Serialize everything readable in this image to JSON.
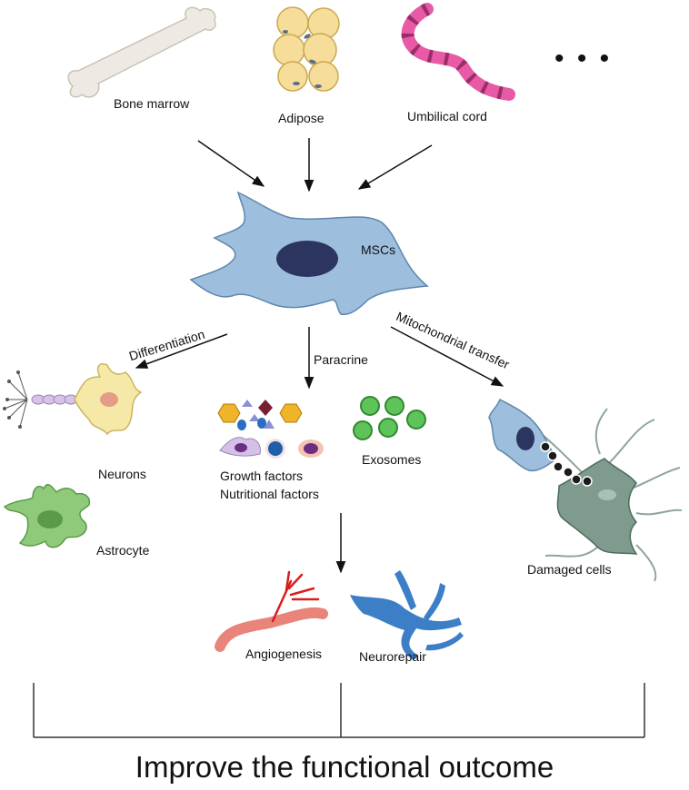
{
  "sources": {
    "bone_marrow": "Bone marrow",
    "adipose": "Adipose",
    "umbilical_cord": "Umbilical cord",
    "more": "• • •"
  },
  "center": {
    "label": "MSCs"
  },
  "pathways": {
    "differentiation": "Differentiation",
    "paracrine": "Paracrine",
    "mitochondrial_transfer": "Mitochondrial transfer"
  },
  "outputs": {
    "neurons": "Neurons",
    "astrocyte": "Astrocyte",
    "growth_factors": "Growth factors",
    "nutritional_factors": "Nutritional  factors",
    "exosomes": "Exosomes",
    "damaged_cells": "Damaged cells",
    "angiogenesis": "Angiogenesis",
    "neurorepair": "Neurorepair"
  },
  "outcome": {
    "title": "Improve the functional outcome"
  },
  "colors": {
    "msc": "#9dbfdd",
    "nucleus": "#2b3560",
    "bone": "#eeeae3",
    "adipose": "#f6dd99",
    "cord": "#e85aa6",
    "neuron": "#f6e9a8",
    "astrocyte": "#8fc97a",
    "damaged": "#7f9b8e",
    "vessel": "#e8847a",
    "neurorepair": "#3c7fc7",
    "exosome": "#5ec45a"
  }
}
